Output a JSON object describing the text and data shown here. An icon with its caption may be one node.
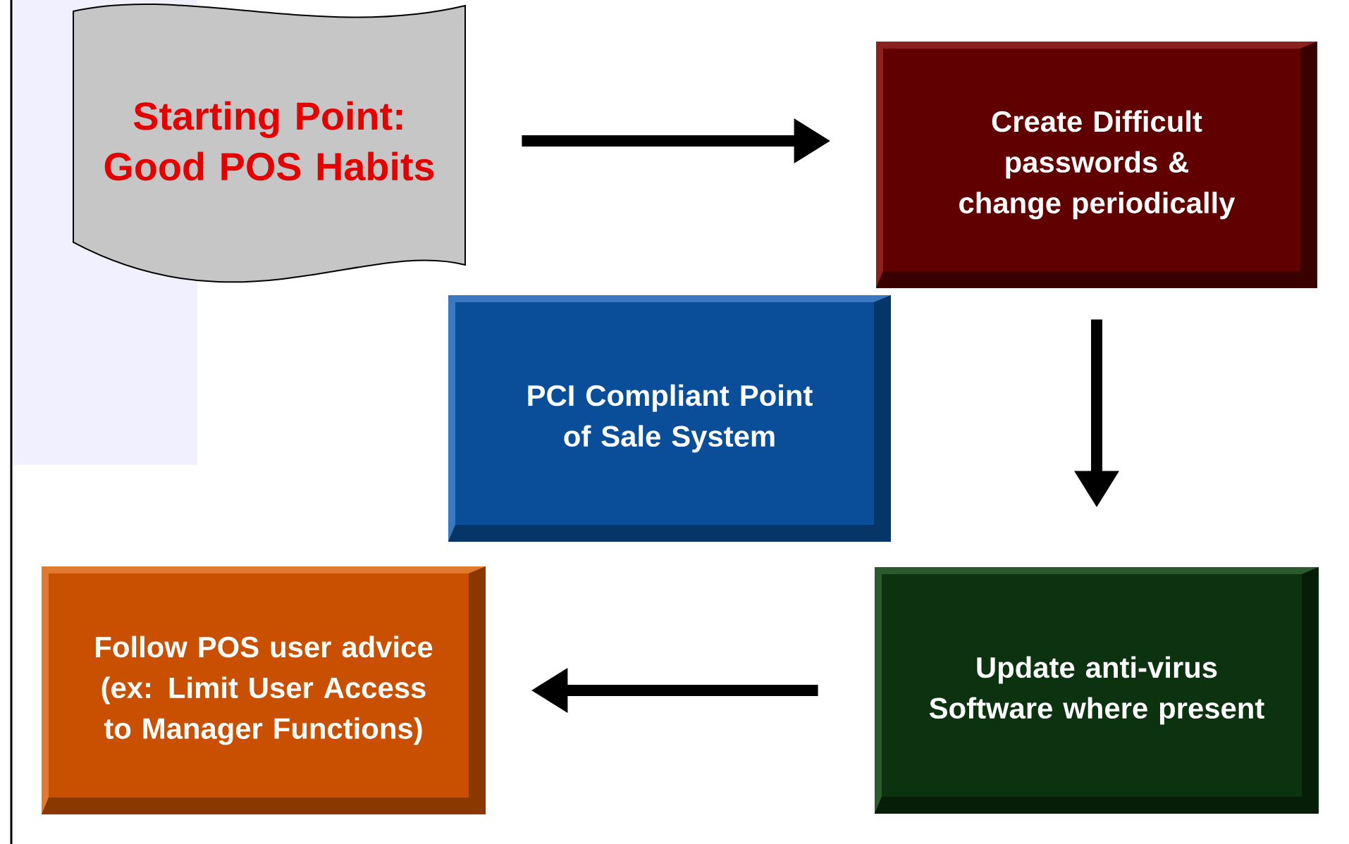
{
  "diagram": {
    "nodes": [
      {
        "text": [
          "Starting Point: Good POS Habits"
        ]
      },
      {
        "text": [
          "Create Difficult passwords & change periodically"
        ]
      },
      {
        "text": [
          "PCI Compliant Point of Sale System"
        ]
      },
      {
        "text": [
          "Follow POS user advice (ex: Limit User Access to Manager Functions)"
        ]
      },
      {
        "text": [
          "Update anti-virus Software where present"
        ]
      }
    ],
    "edges": [
      {
        "from": 0,
        "to": 1,
        "arrow": "to"
      },
      {
        "from": 1,
        "to": 4,
        "arrow": "to"
      },
      {
        "from": 4,
        "to": 3,
        "arrow": "to"
      }
    ]
  }
}
